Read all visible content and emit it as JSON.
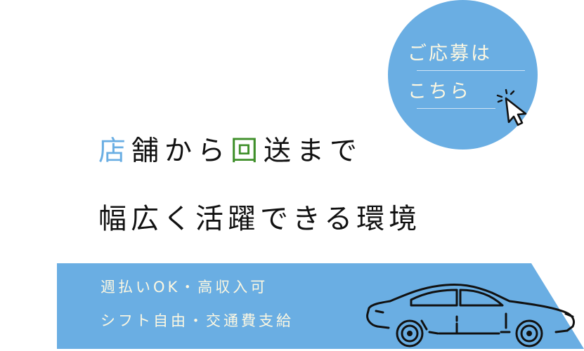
{
  "apply_button": {
    "line1": "ご応募は",
    "line2": "こちら",
    "bg_color": "#6aaee3",
    "text_color": "#fdf8e2",
    "icon": "cursor-click-icon"
  },
  "headline": {
    "line1": {
      "parts": [
        {
          "text": "店",
          "color": "#6aaee3"
        },
        {
          "text": "舗から",
          "color": "#111111"
        },
        {
          "text": "回",
          "color": "#3f8f2a"
        },
        {
          "text": "送まで",
          "color": "#111111"
        }
      ]
    },
    "line2": "幅広く活躍できる環境"
  },
  "banner": {
    "line1": "週払いOK・高収入可",
    "line2": "シフト自由・交通費支給",
    "bg_color": "#6aaee3",
    "icon": "car-icon"
  }
}
